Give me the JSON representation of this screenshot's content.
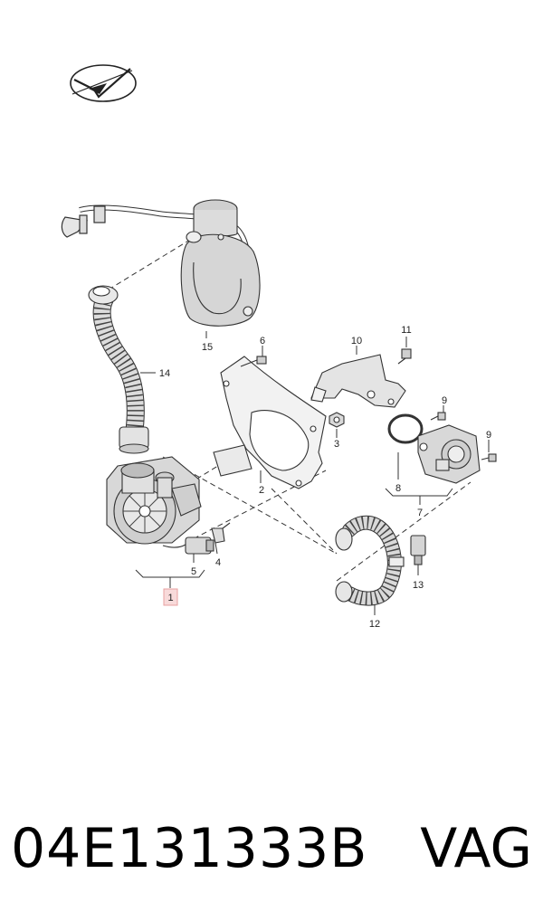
{
  "logo": {
    "icon": "checkmark-oval-logo"
  },
  "callouts": {
    "c1": "1",
    "c2": "2",
    "c3": "3",
    "c4": "4",
    "c5": "5",
    "c6": "6",
    "c7": "7",
    "c8": "8",
    "c9a": "9",
    "c9b": "9",
    "c10": "10",
    "c11": "11",
    "c12": "12",
    "c13": "13",
    "c14": "14",
    "c15": "15"
  },
  "footer": {
    "part_number": "04E131333B",
    "brand": "VAG"
  },
  "colors": {
    "highlight": "#e8a0a0",
    "line": "#333333",
    "part_fill": "#d8d8d8"
  }
}
